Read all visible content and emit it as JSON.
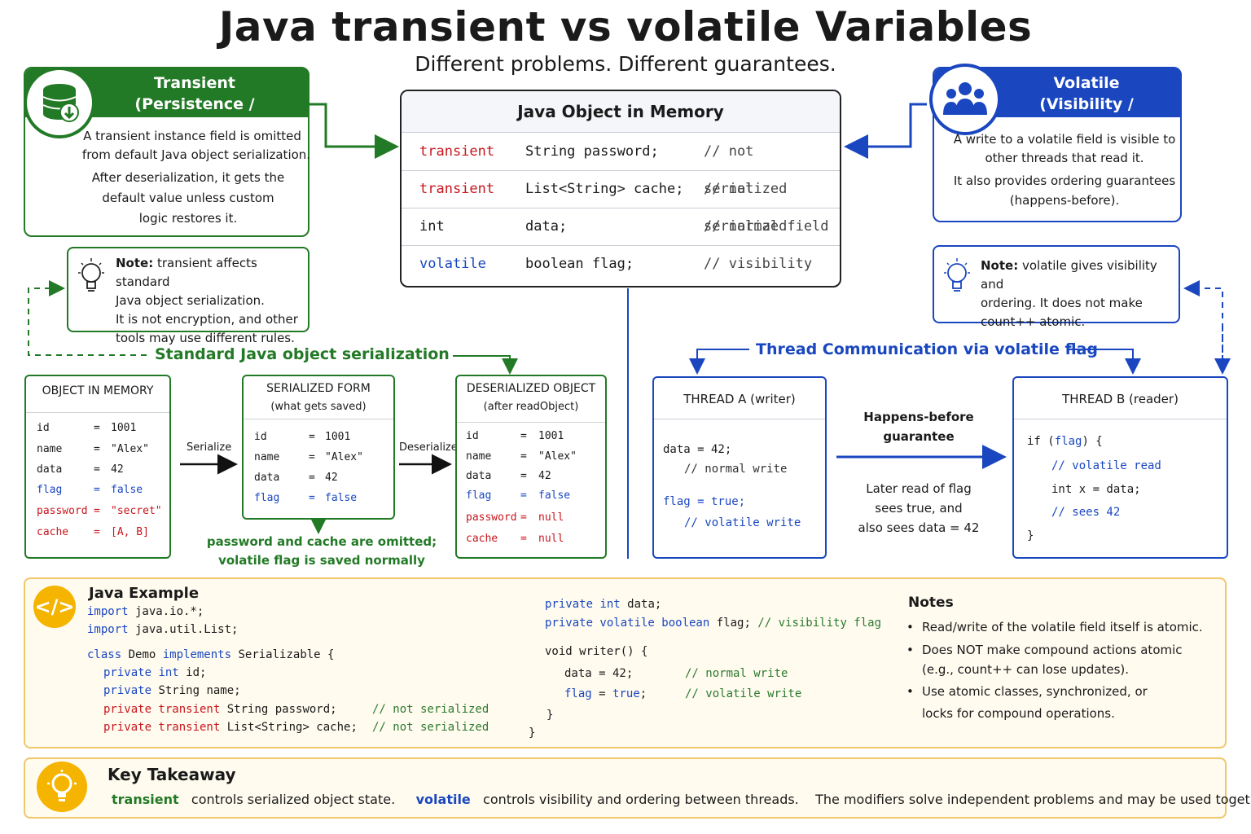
{
  "title": "Java transient vs volatile Variables",
  "subtitle": "Different problems. Different guarantees.",
  "transient_panel": {
    "title": "Transient",
    "subtitle": "(Persistence / Serialization)",
    "line1": "A transient instance field is omitted",
    "line2": "from default Java object serialization.",
    "line3": "After deserialization, it gets the",
    "line4": "default value unless custom",
    "line5": "logic restores it."
  },
  "transient_note": {
    "label": "Note:",
    "line1": " transient affects standard",
    "line2": "Java object serialization.",
    "line3": "It is not encryption, and other",
    "line4": "tools may use different rules."
  },
  "volatile_panel": {
    "title": "Volatile",
    "subtitle": "(Visibility / Concurrency)",
    "line1": "A write to a volatile field is visible to",
    "line2": "other threads that read it.",
    "line3": "It also provides ordering guarantees",
    "line4": "(happens-before)."
  },
  "volatile_note": {
    "label": "Note:",
    "line1": " volatile gives visibility and",
    "line2": "ordering. It does not make",
    "line3": "count++ atomic."
  },
  "memory": {
    "title": "Java Object in Memory",
    "rows": [
      {
        "modifier": "transient",
        "decl": "String password;",
        "comment": "// not serialized"
      },
      {
        "modifier": "transient",
        "decl": "List<String> cache;",
        "comment": "// not serialized"
      },
      {
        "modifier": "int",
        "decl": "data;",
        "comment": "// normal field"
      },
      {
        "modifier": "volatile",
        "decl": "boolean flag;",
        "comment": "// visibility flag"
      }
    ]
  },
  "serialization": {
    "heading": "Standard Java object serialization",
    "serialize_label": "Serialize",
    "deserialize_label": "Deserialize",
    "caption1": "password and cache are omitted;",
    "caption2": "volatile flag is saved normally",
    "in_memory": {
      "title": "OBJECT IN MEMORY",
      "fields": [
        {
          "name": "id",
          "eq": "=",
          "value": "1001"
        },
        {
          "name": "name",
          "eq": "=",
          "value": "\"Alex\""
        },
        {
          "name": "data",
          "eq": "=",
          "value": "42"
        },
        {
          "name": "flag",
          "eq": "=",
          "value": "false"
        },
        {
          "name": "password",
          "eq": "=",
          "value": "\"secret\""
        },
        {
          "name": "cache",
          "eq": "=",
          "value": "[A, B]"
        }
      ]
    },
    "serialized": {
      "title": "SERIALIZED FORM",
      "subtitle": "(what gets saved)",
      "fields": [
        {
          "name": "id",
          "eq": "=",
          "value": "1001"
        },
        {
          "name": "name",
          "eq": "=",
          "value": "\"Alex\""
        },
        {
          "name": "data",
          "eq": "=",
          "value": "42"
        },
        {
          "name": "flag",
          "eq": "=",
          "value": "false"
        }
      ]
    },
    "deserialized": {
      "title": "DESERIALIZED OBJECT",
      "subtitle": "(after readObject)",
      "fields": [
        {
          "name": "id",
          "eq": "=",
          "value": "1001"
        },
        {
          "name": "name",
          "eq": "=",
          "value": "\"Alex\""
        },
        {
          "name": "data",
          "eq": "=",
          "value": "42"
        },
        {
          "name": "flag",
          "eq": "=",
          "value": "false"
        },
        {
          "name": "password",
          "eq": "=",
          "value": "null"
        },
        {
          "name": "cache",
          "eq": "=",
          "value": "null"
        }
      ]
    }
  },
  "threads": {
    "heading": "Thread Communication via volatile flag",
    "writer": {
      "title": "THREAD A (writer)",
      "l1": "data = 42;",
      "l2": "// normal write",
      "l3": "flag = true;",
      "l4": "// volatile write"
    },
    "reader": {
      "title": "THREAD B (reader)",
      "l1a": "if (",
      "l1b": "flag",
      "l1c": ") {",
      "l2": "// volatile read",
      "l3": "int x = data;",
      "l4": "// sees 42",
      "l5": "}"
    },
    "hb1": "Happens-before",
    "hb2": "guarantee",
    "later1": "Later read of flag",
    "later2": "sees true, and",
    "later3": "also sees data = 42"
  },
  "example": {
    "title": "Java Example",
    "left": {
      "l1a": "import",
      "l1b": " java.io.*;",
      "l2a": "import",
      "l2b": " java.util.List;",
      "l3a": "class",
      "l3b": " Demo ",
      "l3c": "implements",
      "l3d": " Serializable {",
      "l4a": "private",
      "l4b": " int",
      "l4c": " id;",
      "l5a": "private",
      "l5b": " String name;",
      "l6a": "private transient",
      "l6b": " String password;",
      "l6c": "// not serialized",
      "l7a": "private transient",
      "l7b": " List<String> cache;",
      "l7c": "// not serialized"
    },
    "middle": {
      "l1a": "private",
      "l1b": " int",
      "l1c": " data;",
      "l2a": "private volatile boolean",
      "l2b": " flag;",
      "l2c": " // visibility flag",
      "l3": "void writer() {",
      "l4a": "data = 42;",
      "l4b": "// normal write",
      "l5a": "flag",
      "l5b": " = ",
      "l5c": "true",
      "l5d": ";",
      "l5e": "// volatile write",
      "l6": "}",
      "l7": "}"
    },
    "notes_title": "Notes",
    "notes": [
      "Read/write of the volatile field itself is atomic.",
      "Does NOT make compound actions atomic",
      "(e.g., count++ can lose updates).",
      "Use atomic classes, synchronized, or",
      "locks for compound operations."
    ]
  },
  "takeaway": {
    "title": "Key Takeaway",
    "t1": "transient",
    "t2": "controls serialized object state.",
    "t3": "volatile",
    "t4": "controls visibility and ordering between threads.",
    "t5": "The modifiers solve independent problems and may be used together."
  },
  "colors": {
    "transient_green": "#237a26",
    "volatile_blue": "#1a47c0",
    "transient_red": "#c8161d",
    "example_gold": "#f5b400"
  },
  "icons": [
    "database-download-icon",
    "users-icon",
    "lightbulb-icon",
    "code-icon"
  ]
}
